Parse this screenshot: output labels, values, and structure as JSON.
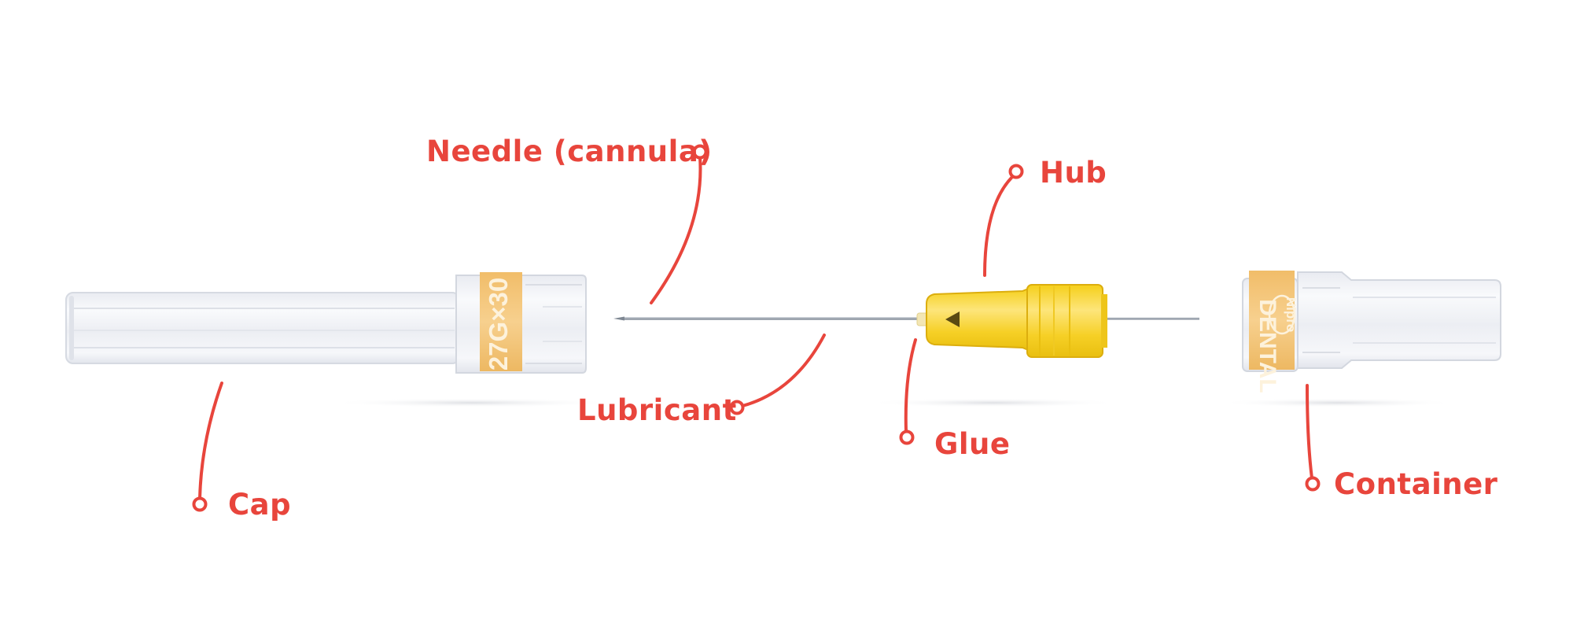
{
  "colors": {
    "accent": "#e8453c",
    "hub_yellow": "#f7d21e",
    "band_yellow": "#f4c77b",
    "band_text": "#fdf2dc",
    "clear_plastic": "#eef0f4",
    "needle_steel": "#9aa2ad"
  },
  "labels": {
    "needle": "Needle (cannula)",
    "hub": "Hub",
    "cap": "Cap",
    "lubricant": "Lubricant",
    "glue": "Glue",
    "container": "Container"
  },
  "product_print": {
    "cap_band": "27G×30",
    "container_brand": "Nipro",
    "container_band": "DENTAL"
  }
}
